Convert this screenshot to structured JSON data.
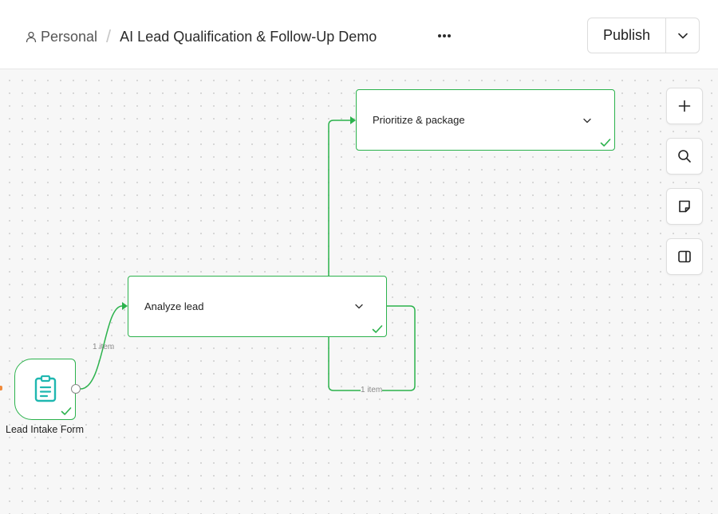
{
  "header": {
    "workspace": "Personal",
    "separator": "/",
    "title": "AI Lead Qualification & Follow-Up Demo",
    "more_label": "•••",
    "publish_label": "Publish"
  },
  "nodes": {
    "trigger": {
      "label": "Lead Intake Form",
      "icon": "clipboard-icon",
      "status": "success"
    },
    "analyze": {
      "title": "Analyze lead",
      "status": "success"
    },
    "prioritize": {
      "title": "Prioritize & package",
      "status": "success"
    }
  },
  "edges": {
    "trigger_to_analyze": {
      "label": "1 item"
    },
    "analyze_to_prioritize": {
      "label": "1 item"
    }
  },
  "toolbar": {
    "items": [
      "plus-icon",
      "search-icon",
      "sticky-note-icon",
      "sidebar-panel-icon"
    ]
  },
  "colors": {
    "success": "#2bb24c",
    "trigger_icon": "#1fb7b0",
    "canvas_bg": "#f7f7f7",
    "dot_grid": "#cfcfcf"
  }
}
